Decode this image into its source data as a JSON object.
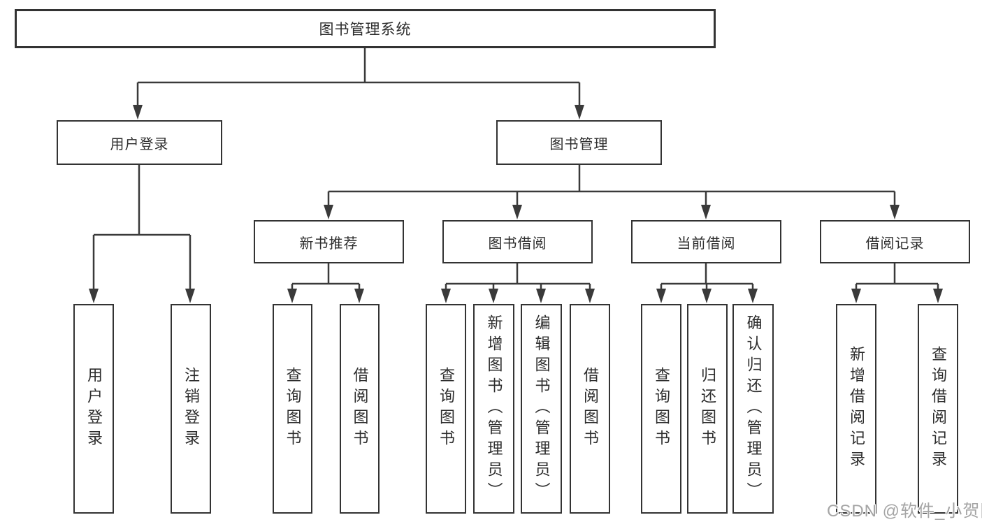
{
  "diagram": {
    "root": {
      "label": "图书管理系统"
    },
    "level2": {
      "user_login": "用户登录",
      "book_mgmt": "图书管理"
    },
    "level3": {
      "new_books": "新书推荐",
      "book_borrow": "图书借阅",
      "current_borrow": "当前借阅",
      "borrow_records": "借阅记录"
    },
    "leaves": {
      "user_login": [
        "用户登录",
        "注销登录"
      ],
      "new_books": [
        "查询图书",
        "借阅图书"
      ],
      "book_borrow": [
        "查询图书",
        "新增图书（管理员）",
        "编辑图书（管理员）",
        "借阅图书"
      ],
      "current_borrow": [
        "查询图书",
        "归还图书",
        "确认归还（管理员）"
      ],
      "borrow_records": [
        "新增借阅记录",
        "查询借阅记录"
      ]
    },
    "watermark": "CSDN @软件_小贺同学",
    "colors": {
      "line": "#3a3a3a",
      "box_border": "#333333",
      "background": "#ffffff",
      "watermark": "#a5a5a5"
    }
  }
}
